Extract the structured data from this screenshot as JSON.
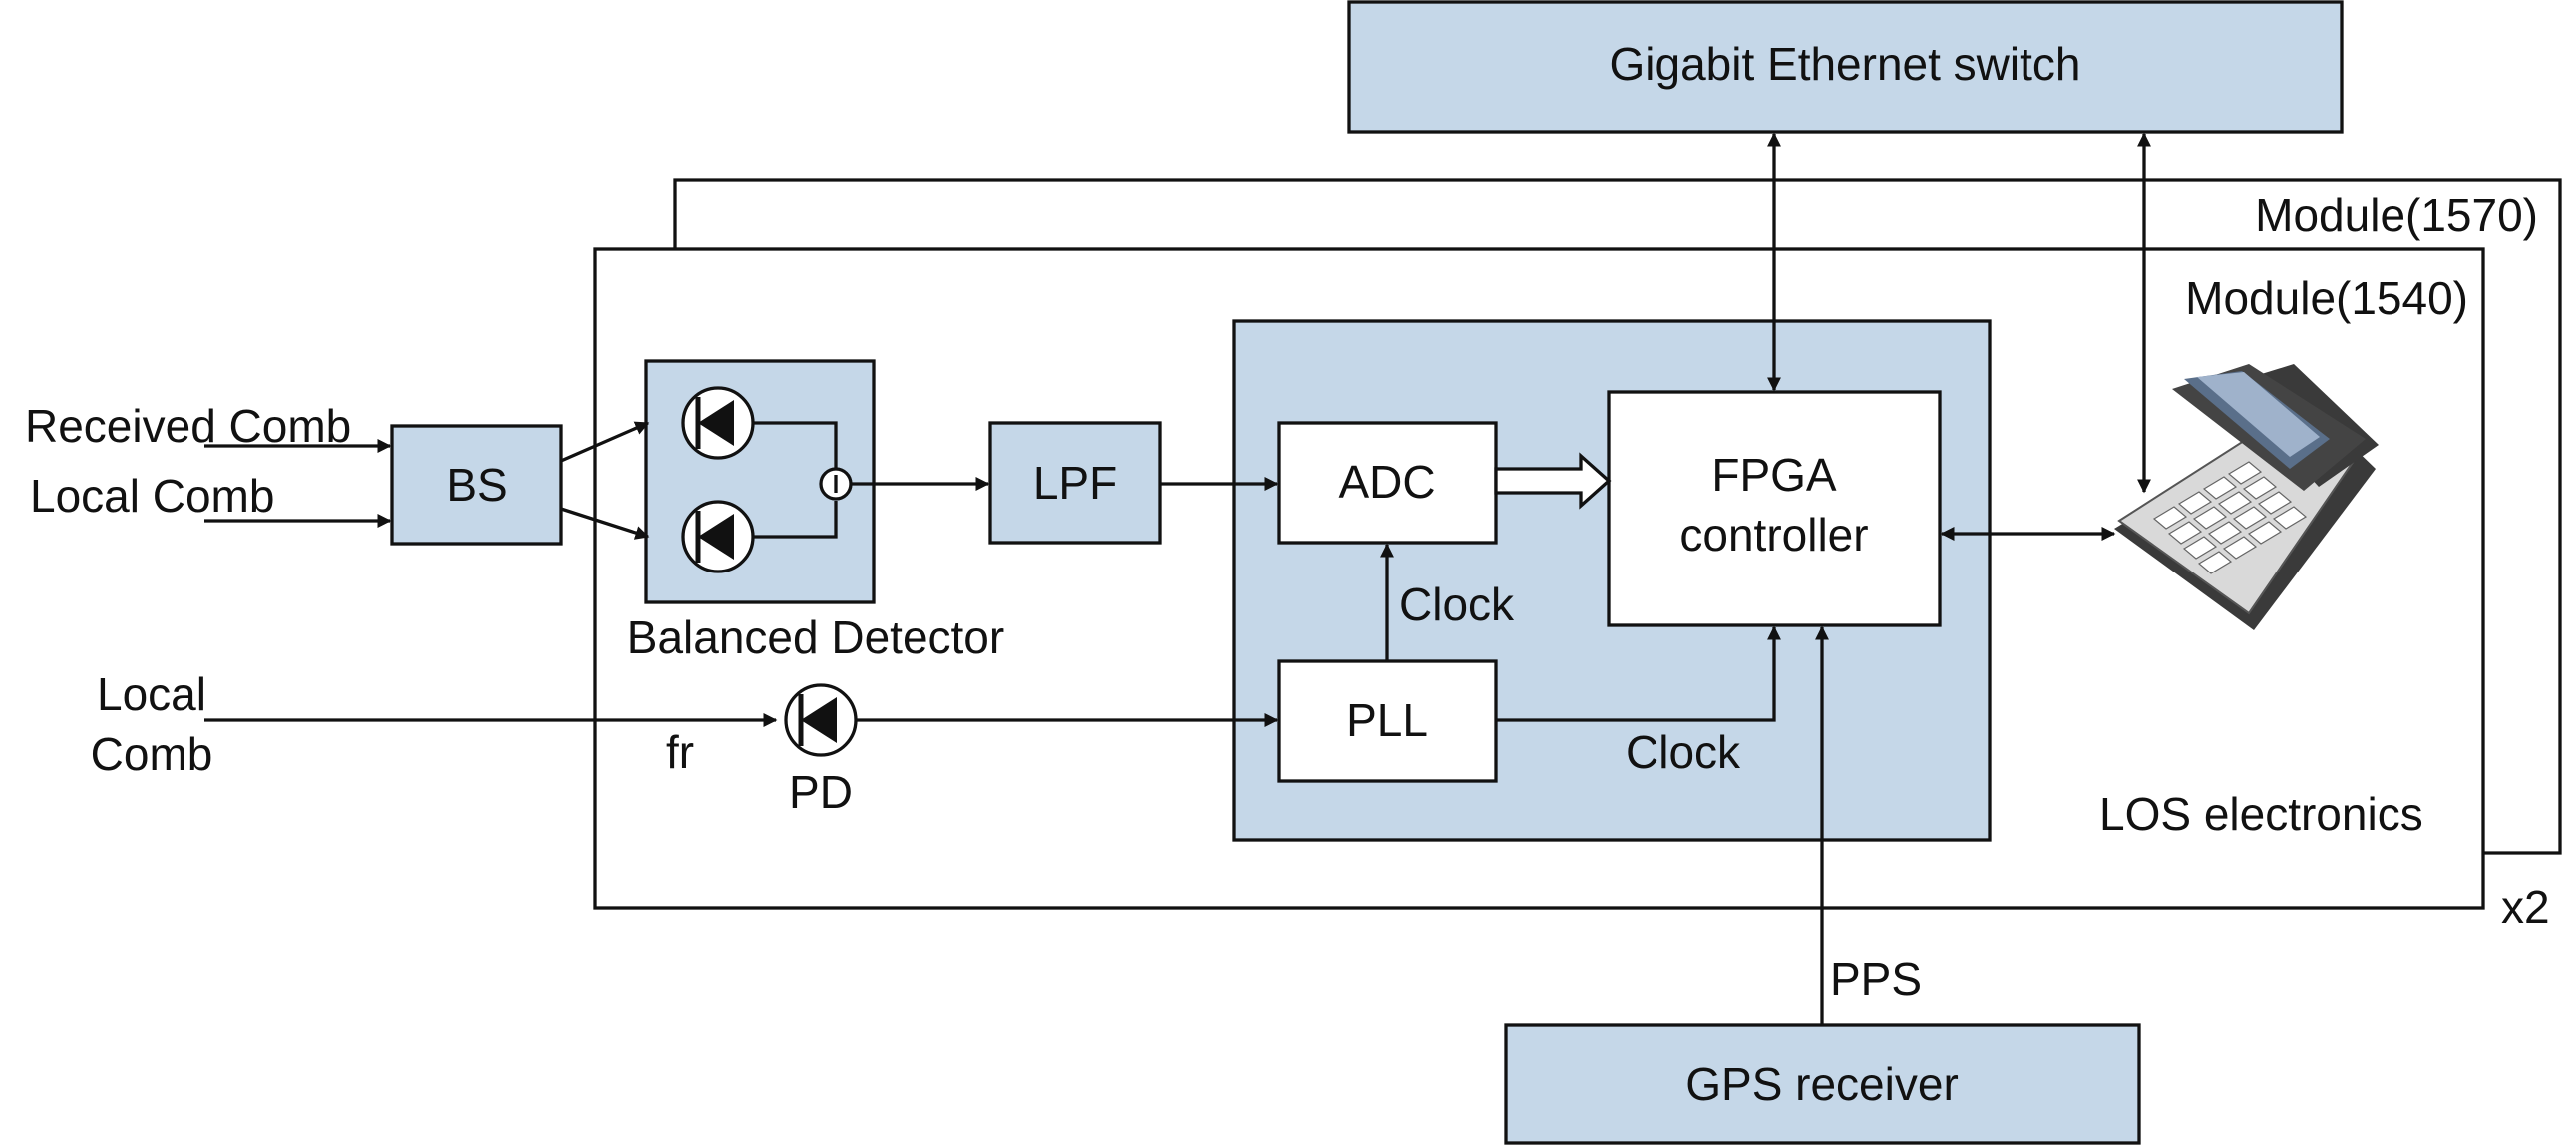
{
  "blocks": {
    "gbe_switch": "Gigabit Ethernet switch",
    "bs": "BS",
    "lpf": "LPF",
    "adc": "ADC",
    "fpga_line1": "FPGA",
    "fpga_line2": "controller",
    "pll": "PLL",
    "gps": "GPS receiver"
  },
  "labels": {
    "module_1570": "Module(1570)",
    "module_1540": "Module(1540)",
    "received_comb": "Received Comb",
    "local_comb": "Local Comb",
    "local_comb_2_line1": "Local",
    "local_comb_2_line2": "Comb",
    "balanced_detector": "Balanced Detector",
    "fr": "fr",
    "pd": "PD",
    "clock_adc": "Clock",
    "clock_fpga": "Clock",
    "los_electronics": "LOS electronics",
    "x2": "x2",
    "pps": "PPS"
  },
  "icons": {
    "photodiode": "photodiode-icon",
    "laptop": "laptop-icon"
  },
  "colors": {
    "block_fill": "#c5d7e8",
    "stroke": "#111111"
  }
}
